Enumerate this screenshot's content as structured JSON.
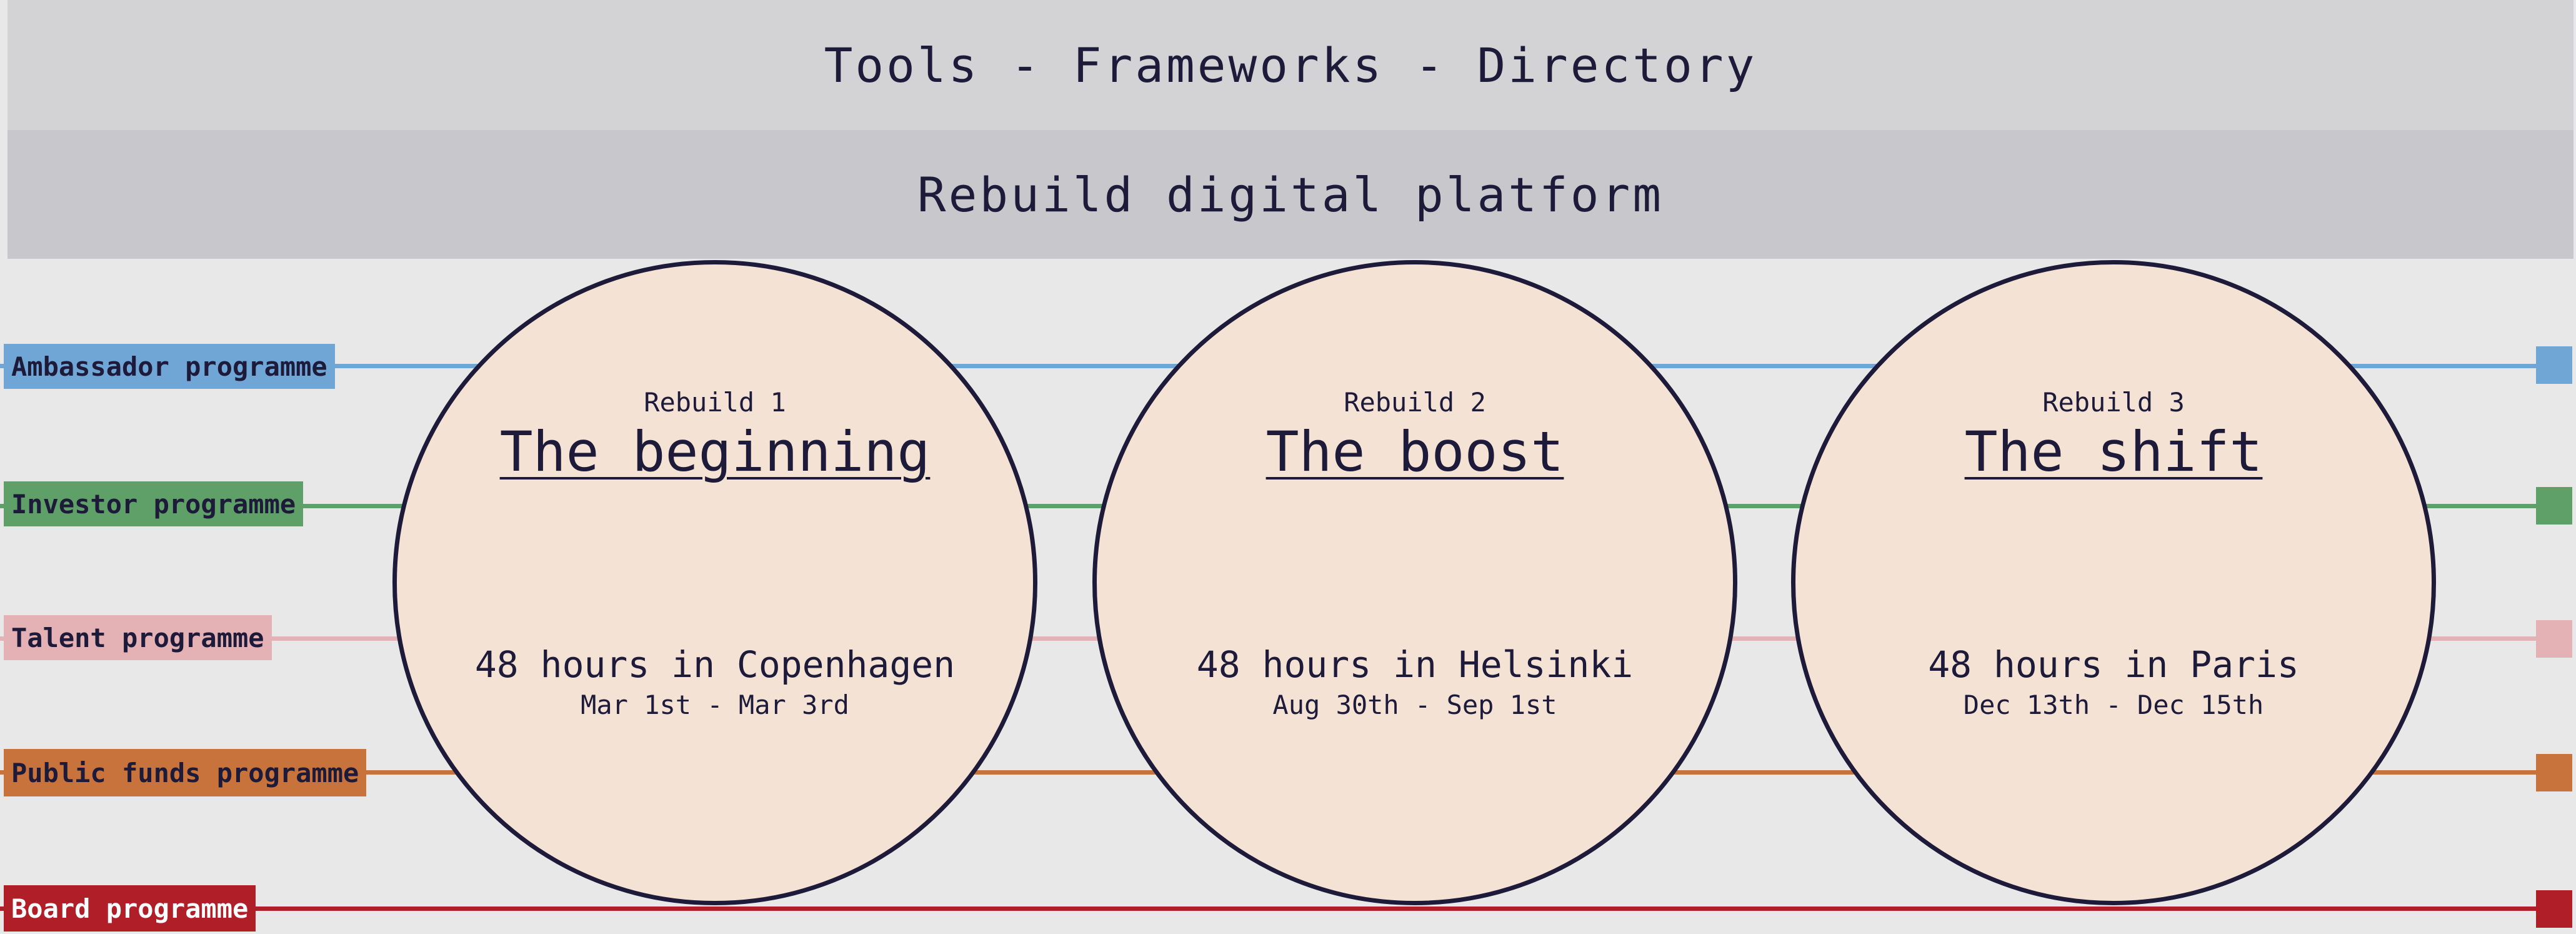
{
  "header": {
    "title": "Tools - Frameworks - Directory",
    "subtitle": "Rebuild digital platform"
  },
  "lanes": [
    {
      "label": "Ambassador programme",
      "color": "#6fa6d6",
      "text_color": "#1e1b3a"
    },
    {
      "label": "Investor programme",
      "color": "#5f9f68",
      "text_color": "#1e1b3a"
    },
    {
      "label": "Talent programme",
      "color": "#e4b2b4",
      "text_color": "#1e1b3a"
    },
    {
      "label": "Public funds programme",
      "color": "#c8733b",
      "text_color": "#1e1b3a"
    },
    {
      "label": "Board programme",
      "color": "#b01e28",
      "text_color": "#ffffff"
    }
  ],
  "rebuilds": [
    {
      "number": "Rebuild 1",
      "title": "The beginning",
      "location": "48 hours in Copenhagen",
      "dates": "Mar 1st - Mar 3rd"
    },
    {
      "number": "Rebuild 2",
      "title": "The boost",
      "location": "48 hours in Helsinki",
      "dates": "Aug 30th - Sep 1st"
    },
    {
      "number": "Rebuild 3",
      "title": "The shift",
      "location": "48 hours in Paris",
      "dates": "Dec 13th - Dec 15th"
    }
  ],
  "colors": {
    "circle_fill": "#f4e3d4",
    "circle_stroke": "#1e1b3a",
    "text": "#1e1b3a"
  }
}
